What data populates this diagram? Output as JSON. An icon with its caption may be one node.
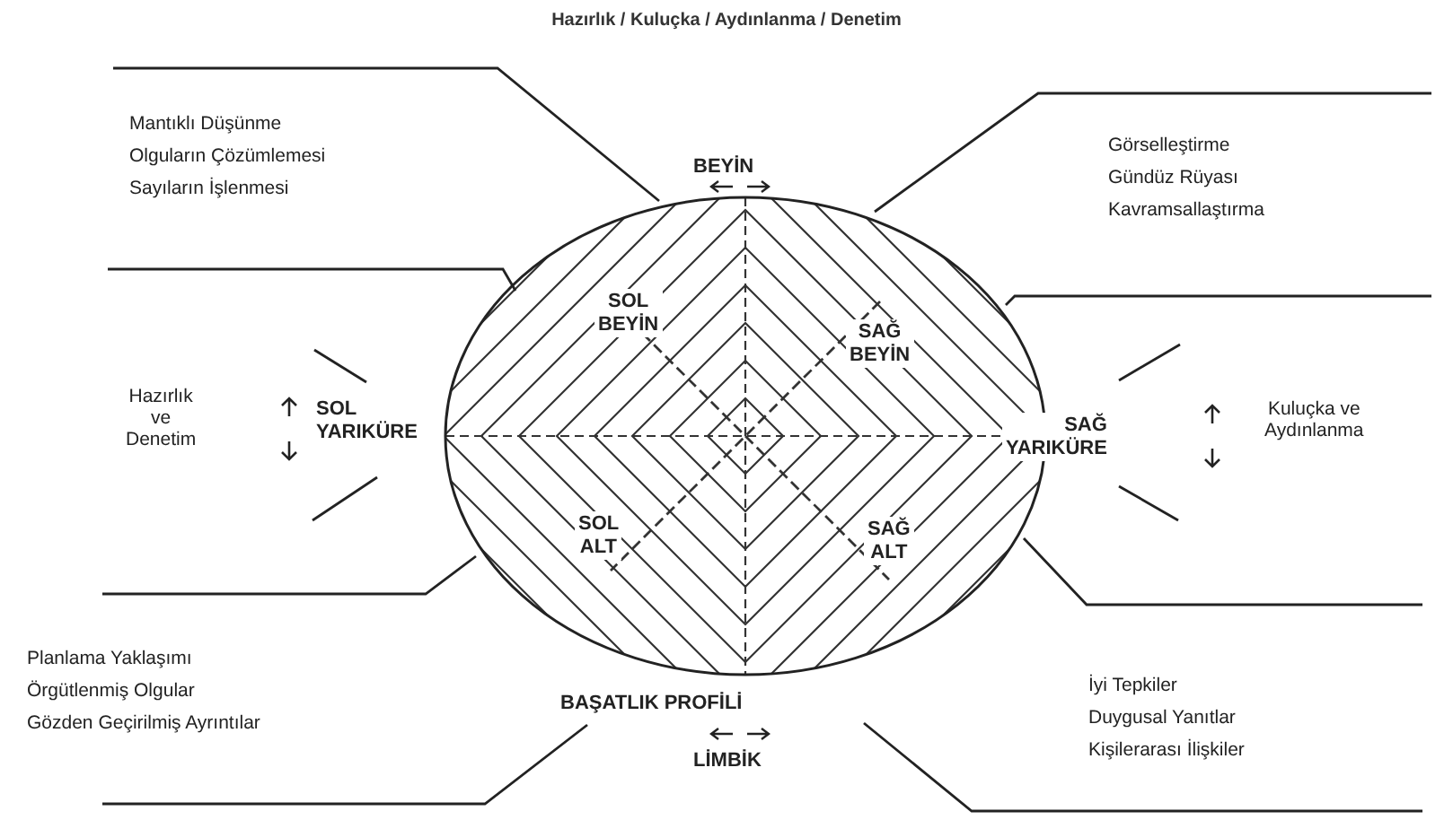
{
  "diagram": {
    "title": "Hazırlık / Kuluçka / Aydınlanma / Denetim",
    "labels": [
      "BEYİN",
      "Mantıklı Düşünme",
      "Olguların Çözümlemesi",
      "Sayıların İşlenmesi",
      "Görselleştirme",
      "Gündüz Rüyası",
      "Kavramsallaştırma",
      "SOL BEYİN",
      "SAĞ BEYİN",
      "Hazırlık ve Denetim",
      "SOL YARIKÜRE",
      "SAĞ YARIKÜRE",
      "Kuluçka ve Aydınlanma",
      "SOL ALT",
      "SAĞ ALT",
      "Planlama Yaklaşımı",
      "Örgütlenmiş Olgular",
      "Gözden Geçirilmiş Ayrıntılar",
      "İyi Tepkiler",
      "Duygusal Yanıtlar",
      "Kişilerarası İlişkiler",
      "BAŞATLIK PROFİLİ",
      "LİMBİK"
    ]
  }
}
